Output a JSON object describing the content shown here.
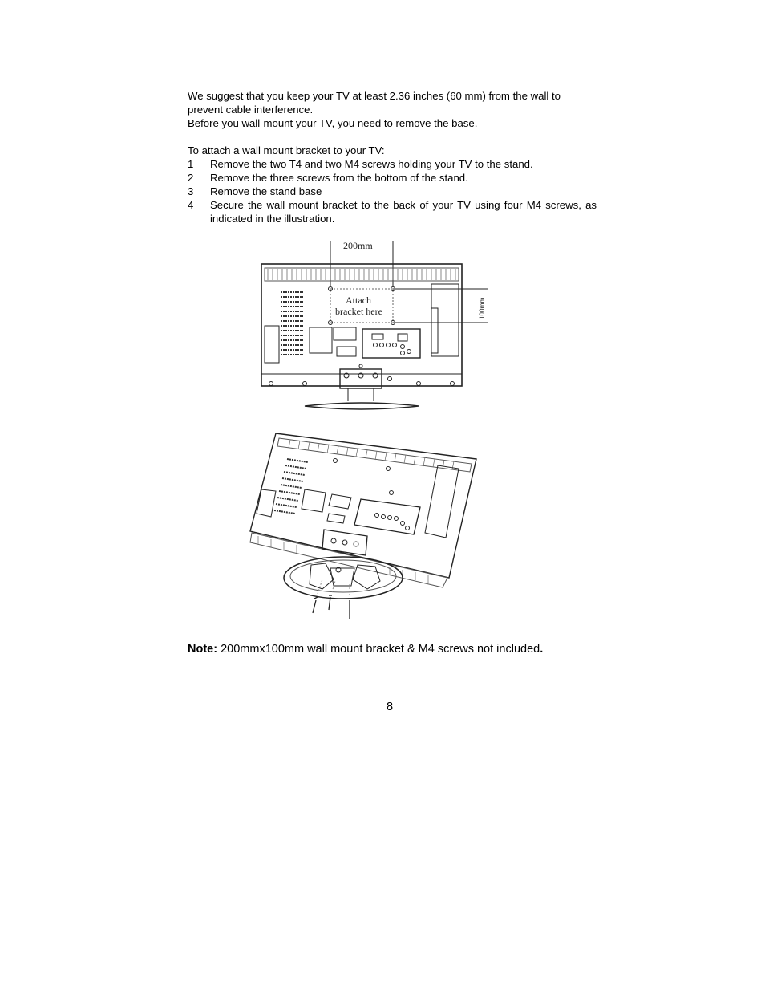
{
  "intro": {
    "line1": "We suggest that you keep your TV at least 2.36 inches (60 mm) from the wall to",
    "line2": "prevent cable interference.",
    "line3": "Before you wall-mount your TV, you need to remove the base."
  },
  "steps_heading": "To attach a wall mount bracket to your TV:",
  "steps": [
    {
      "num": "1",
      "text": "Remove the two T4 and two M4 screws holding your TV to the stand."
    },
    {
      "num": "2",
      "text": "Remove the three screws from the bottom of the stand."
    },
    {
      "num": "3",
      "text": "Remove the stand base"
    },
    {
      "num": "4",
      "text": "Secure the wall mount bracket to the back of your TV using four M4 screws, as indicated in the illustration."
    }
  ],
  "figure_top": {
    "width_label": "200mm",
    "height_label": "100mm",
    "bracket_label_line1": "Attach",
    "bracket_label_line2": "bracket here"
  },
  "note": {
    "label": "Note:",
    "text": " 200mmx100mm wall mount bracket & M4 screws not included",
    "end": "."
  },
  "page_number": "8"
}
